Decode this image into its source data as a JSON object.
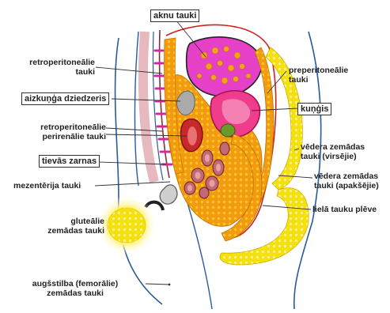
{
  "labels": {
    "liver_fat": "aknu tauki",
    "retroperitoneal_fat": "retroperitoneālie\ntauki",
    "pancreas": "aizkuņģa dziedzeris",
    "retroperitoneal_perirenal_fat": "retroperitoneālie\nperirenālie tauki",
    "small_intestine": "tievās zarnas",
    "mesenteric_fat": "mezentērija tauki",
    "gluteal_subcutaneous_fat": "gluteālie\nzemādas tauki",
    "femoral_subcutaneous_fat": "augšstilba (femorālie)\nzemādas tauki",
    "preperitoneal_fat": "preperitoneālie\ntauki",
    "stomach": "kuņģis",
    "abdominal_subcutaneous_fat_upper": "vēdera zemādas\ntauki (virsējie)",
    "abdominal_subcutaneous_fat_lower": "vēdera zemādas\ntauki (apakšējie)",
    "greater_omentum": "lielā tauku plēve"
  },
  "colors": {
    "fat_yellow": "#f7e300",
    "fat_orange": "#f6a21c",
    "liver_magenta": "#e640c8",
    "stomach_pink": "#f03c8c",
    "kidney_red": "#c8282a",
    "intestine_pinkbrown": "#c26a72",
    "spine_pink": "#e8b8c0",
    "outline_blue": "#2a5a9c",
    "gray_organ": "#aaaaaa"
  }
}
